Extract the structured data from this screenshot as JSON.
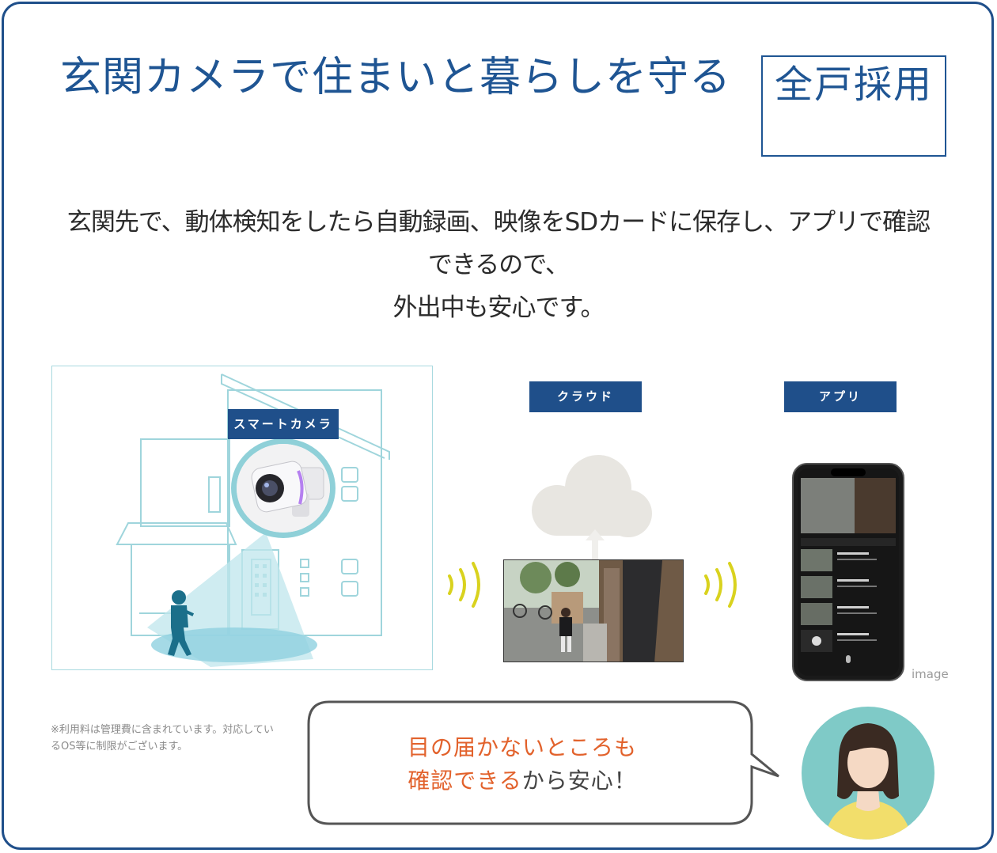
{
  "title": "玄関カメラで住まいと暮らしを守る",
  "badge": "全戸採用",
  "description": {
    "line1": "玄関先で、動体検知をしたら自動録画、映像をSDカードに保存し、アプリで確認",
    "line2": "できるので、",
    "line3": "外出中も安心です。"
  },
  "labels": {
    "smart_camera": "スマートカメラ",
    "cloud": "クラウド",
    "app": "アプリ"
  },
  "image_note": "image",
  "footnote": "※利用料は管理費に含まれています。対応しているOS等に制限がございます。",
  "speech": {
    "line1_highlight": "目の届かないところも",
    "line2_highlight": "確認できる",
    "line2_rest": "から安心！"
  },
  "colors": {
    "brand_blue": "#1f4f8a",
    "title_blue": "#1f5593",
    "accent_orange": "#e2622c",
    "wave_yellow": "#d9d21e",
    "line_teal": "#8fd0d8",
    "avatar_bg": "#7fcac7"
  }
}
